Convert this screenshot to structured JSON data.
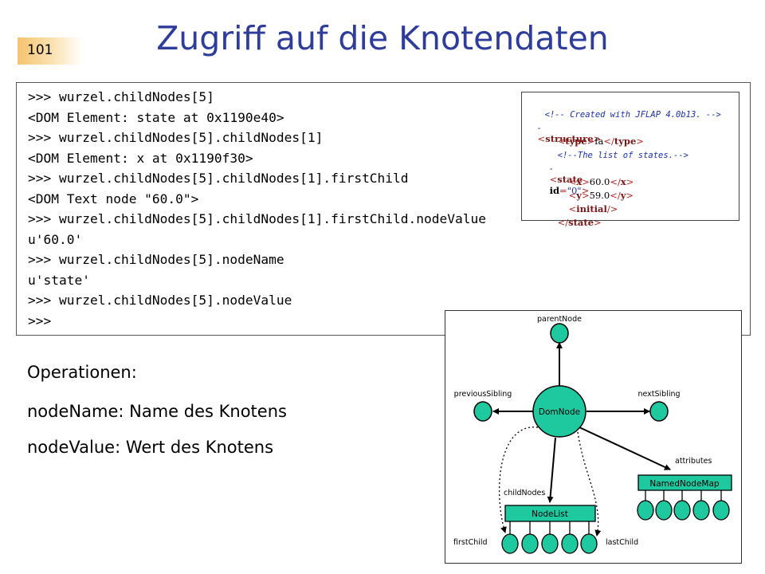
{
  "slide": {
    "number": "101",
    "title": "Zugriff auf die Knotendaten"
  },
  "code": {
    "lines": [
      ">>> wurzel.childNodes[5]",
      "<DOM Element: state at 0x1190e40>",
      ">>> wurzel.childNodes[5].childNodes[1]",
      "<DOM Element: x at 0x1190f30>",
      ">>> wurzel.childNodes[5].childNodes[1].firstChild",
      "<DOM Text node \"60.0\">",
      ">>> wurzel.childNodes[5].childNodes[1].firstChild.nodeValue",
      "u'60.0'",
      ">>> wurzel.childNodes[5].nodeName",
      "u'state'",
      ">>> wurzel.childNodes[5].nodeValue",
      ">>>"
    ]
  },
  "xml": {
    "comment1": "<!-- Created with JFLAP 4.0b13. -->",
    "structure_tag": "structure",
    "type_tag": "type",
    "type_value": "fa",
    "comment2": "<!--The list of states.-->",
    "state_tag": "state",
    "id_attr": "id",
    "id_value": "\"0\"",
    "x_tag": "x",
    "x_value": "60.0",
    "y_tag": "y",
    "y_value": "59.0",
    "initial_tag": "initial",
    "dash": "-"
  },
  "operations": {
    "heading": "Operationen:",
    "items": [
      "nodeName: Name des Knotens",
      "nodeValue: Wert des Knotens"
    ]
  },
  "diagram": {
    "labels": {
      "parent": "parentNode",
      "previous": "previousSibling",
      "next": "nextSibling",
      "node": "DomNode",
      "attributes": "attributes",
      "named_node_map": "NamedNodeMap",
      "child_nodes": "childNodes",
      "node_list": "NodeList",
      "first_child": "firstChild",
      "last_child": "lastChild"
    },
    "colors": {
      "node_fill": "#1fc9a0",
      "stroke": "#000000"
    }
  }
}
